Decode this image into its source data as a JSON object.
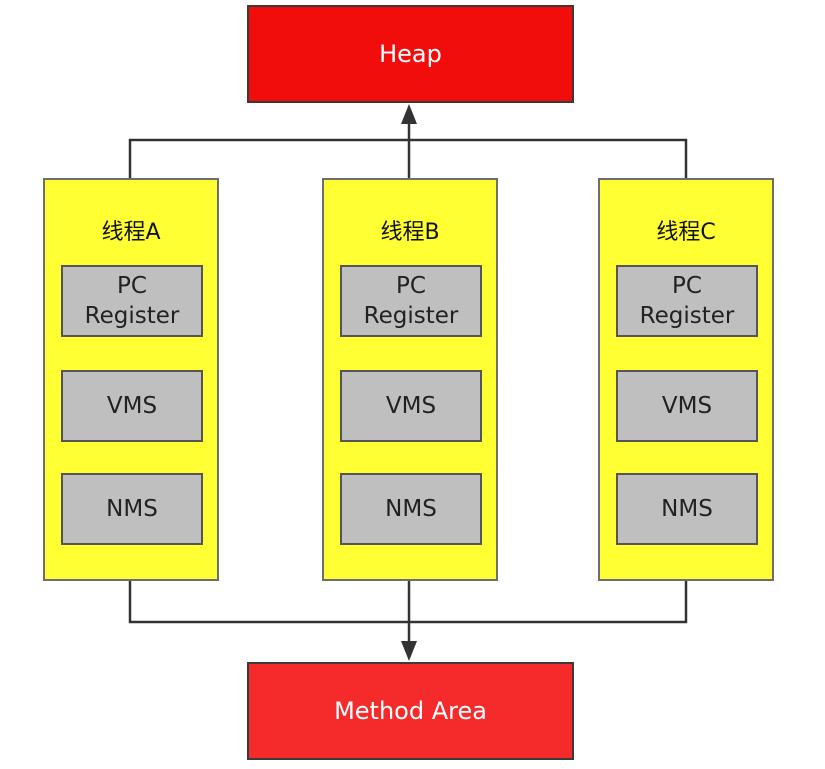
{
  "heap": {
    "label": "Heap"
  },
  "method_area": {
    "label": "Method Area"
  },
  "threads": [
    {
      "title": "线程A",
      "pc_line1": "PC",
      "pc_line2": "Register",
      "vms": "VMS",
      "nms": "NMS"
    },
    {
      "title": "线程B",
      "pc_line1": "PC",
      "pc_line2": "Register",
      "vms": "VMS",
      "nms": "NMS"
    },
    {
      "title": "线程C",
      "pc_line1": "PC",
      "pc_line2": "Register",
      "vms": "VMS",
      "nms": "NMS"
    }
  ],
  "colors": {
    "heap": "#f20d0d",
    "method_area": "#f52a2a",
    "thread": "#ffff33",
    "register": "#bfbfbf",
    "line": "#333333"
  }
}
